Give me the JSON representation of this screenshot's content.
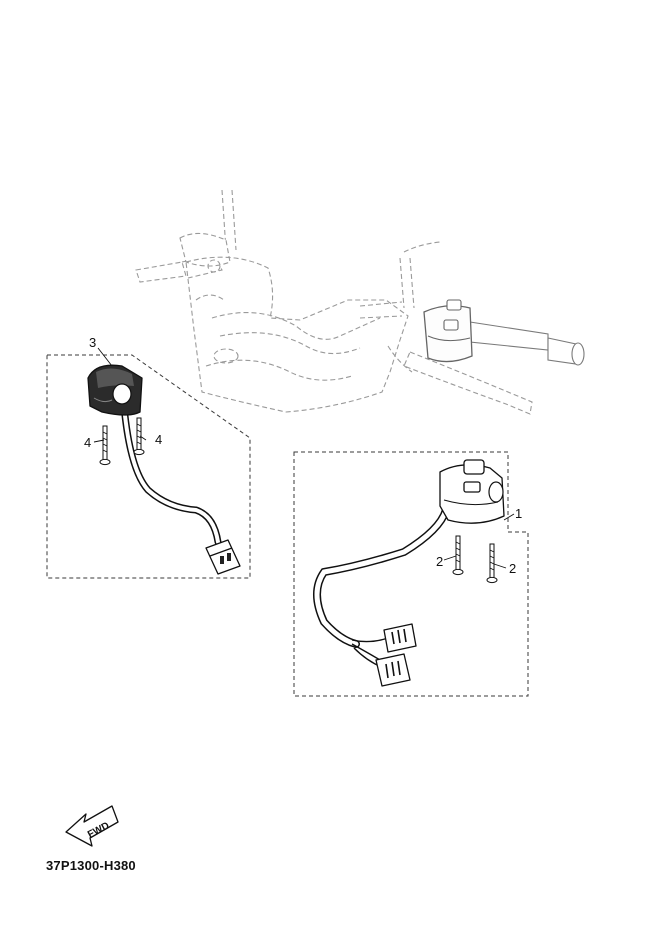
{
  "diagram": {
    "callouts": {
      "switch_right": "1",
      "screw_right": "2",
      "switch_left": "3",
      "screw_left": "4"
    },
    "fwd_label": "FWD",
    "part_code": "37P1300-H380"
  }
}
